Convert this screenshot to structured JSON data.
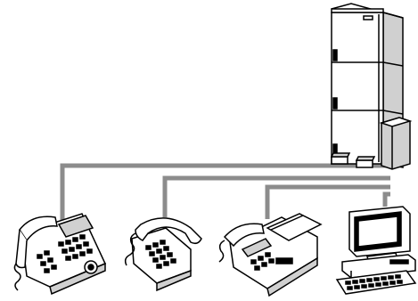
{
  "diagram": {
    "nodes": [
      {
        "id": "pbx",
        "icon": "pbx-cabinet-icon"
      },
      {
        "id": "digital-phone",
        "icon": "digital-telephone-icon"
      },
      {
        "id": "analog-phone",
        "icon": "analog-telephone-icon"
      },
      {
        "id": "fax",
        "icon": "fax-machine-icon"
      },
      {
        "id": "computer",
        "icon": "computer-workstation-icon"
      }
    ],
    "connections": [
      {
        "from": "pbx",
        "to": "digital-phone"
      },
      {
        "from": "pbx",
        "to": "analog-phone"
      },
      {
        "from": "pbx",
        "to": "fax"
      },
      {
        "from": "pbx",
        "to": "computer"
      }
    ],
    "colors": {
      "line": "#8c8c8c",
      "stroke": "#000000",
      "fill": "#ffffff",
      "shade": "#d0d0d0"
    }
  }
}
